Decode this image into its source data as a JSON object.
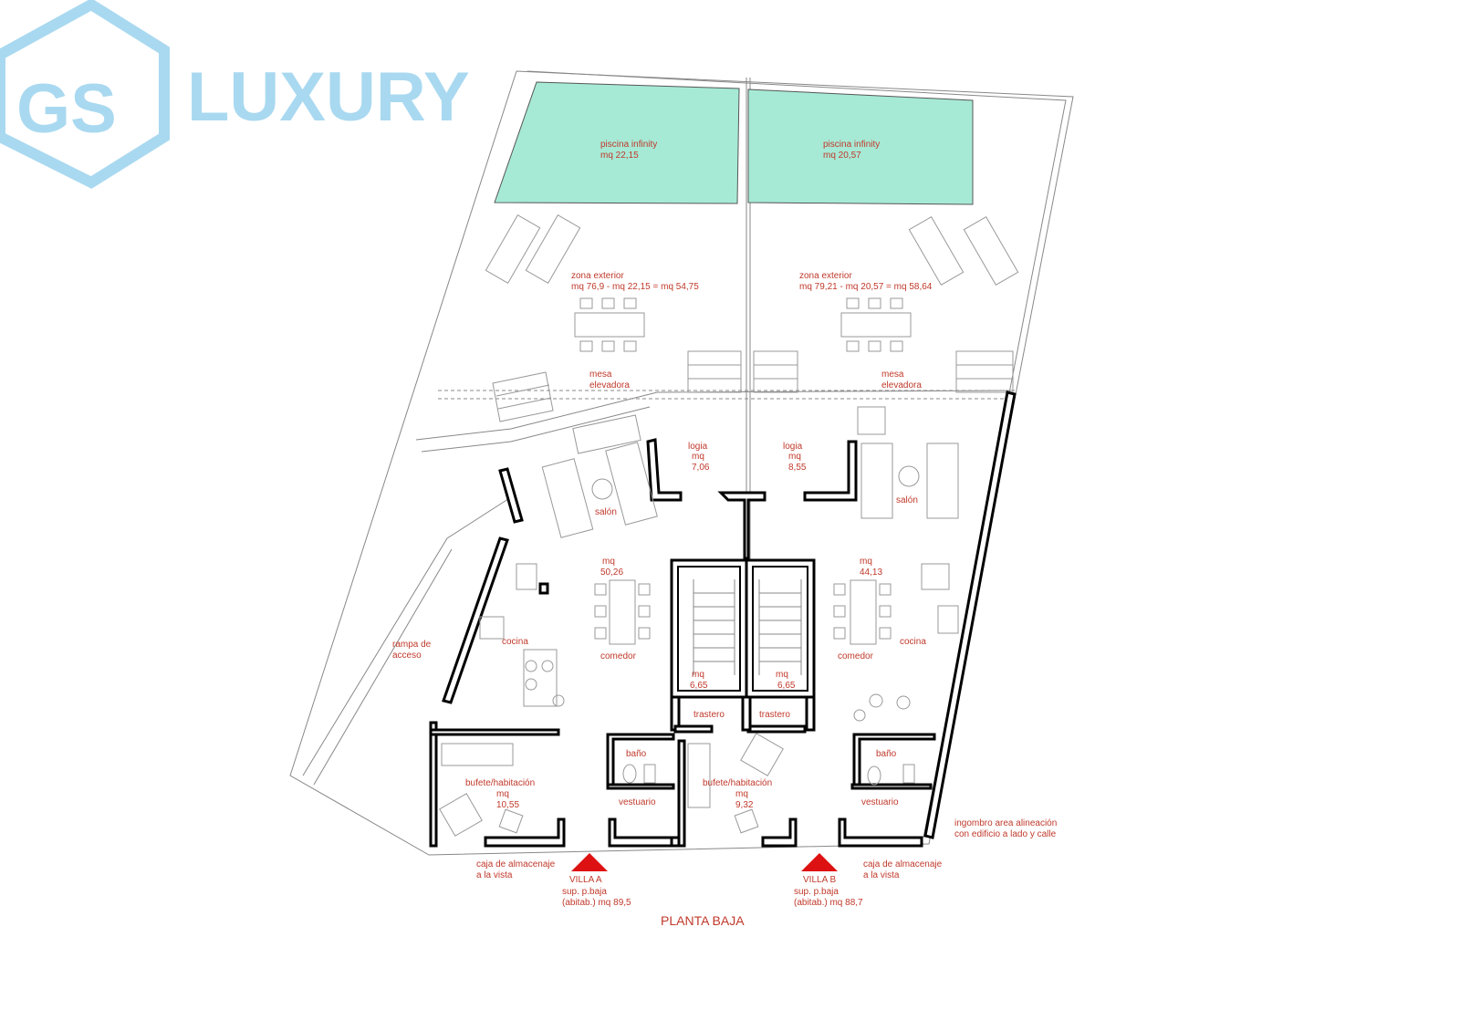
{
  "brand": {
    "logo_mark": "GS",
    "logo_word": "LUXURY",
    "color": "#a9d9f0"
  },
  "plan_title": "PLANTA BAJA",
  "accent_color": "#c0392b",
  "pool_color": "#a6ead6",
  "villa_a": {
    "marker": "VILLA  A",
    "sup_line1": "sup. p.baja",
    "sup_line2": "(abitab.) mq 89,5",
    "pool": [
      "piscina infinity",
      "mq 22,15"
    ],
    "exterior": [
      "zona exterior",
      "mq 76,9 - mq 22,15 = mq 54,75"
    ],
    "mesa": [
      "mesa",
      "elevadora"
    ],
    "logia": [
      "logia",
      "mq",
      "7,06"
    ],
    "salon": "salón",
    "living_mq": [
      "mq",
      "50,26"
    ],
    "comedor": "comedor",
    "cocina": "cocina",
    "stair_mq": [
      "mq",
      "6,65"
    ],
    "trastero": "trastero",
    "bano": "baño",
    "vestuario": "vestuario",
    "bufete": [
      "bufete/habitación",
      "mq",
      "10,55"
    ],
    "caja": [
      "caja de almacenaje",
      "a la vista"
    ]
  },
  "villa_b": {
    "marker": "VILLA  B",
    "sup_line1": "sup. p.baja",
    "sup_line2": "(abitab.) mq 88,7",
    "pool": [
      "piscina infinity",
      "mq 20,57"
    ],
    "exterior": [
      "zona exterior",
      "mq 79,21 - mq 20,57 = mq 58,64"
    ],
    "mesa": [
      "mesa",
      "elevadora"
    ],
    "logia": [
      "logia",
      "mq",
      "8,55"
    ],
    "salon": "salón",
    "living_mq": [
      "mq",
      "44,13"
    ],
    "comedor": "comedor",
    "cocina": "cocina",
    "stair_mq": [
      "mq",
      "6,65"
    ],
    "trastero": "trastero",
    "bano": "baño",
    "vestuario": "vestuario",
    "bufete": [
      "bufete/habitación",
      "mq",
      "9,32"
    ],
    "caja": [
      "caja de almacenaje",
      "a la vista"
    ]
  },
  "rampa": [
    "rampa de",
    "acceso"
  ],
  "ingombro": [
    "ingombro area alineación",
    "con edificio a lado y calle"
  ]
}
